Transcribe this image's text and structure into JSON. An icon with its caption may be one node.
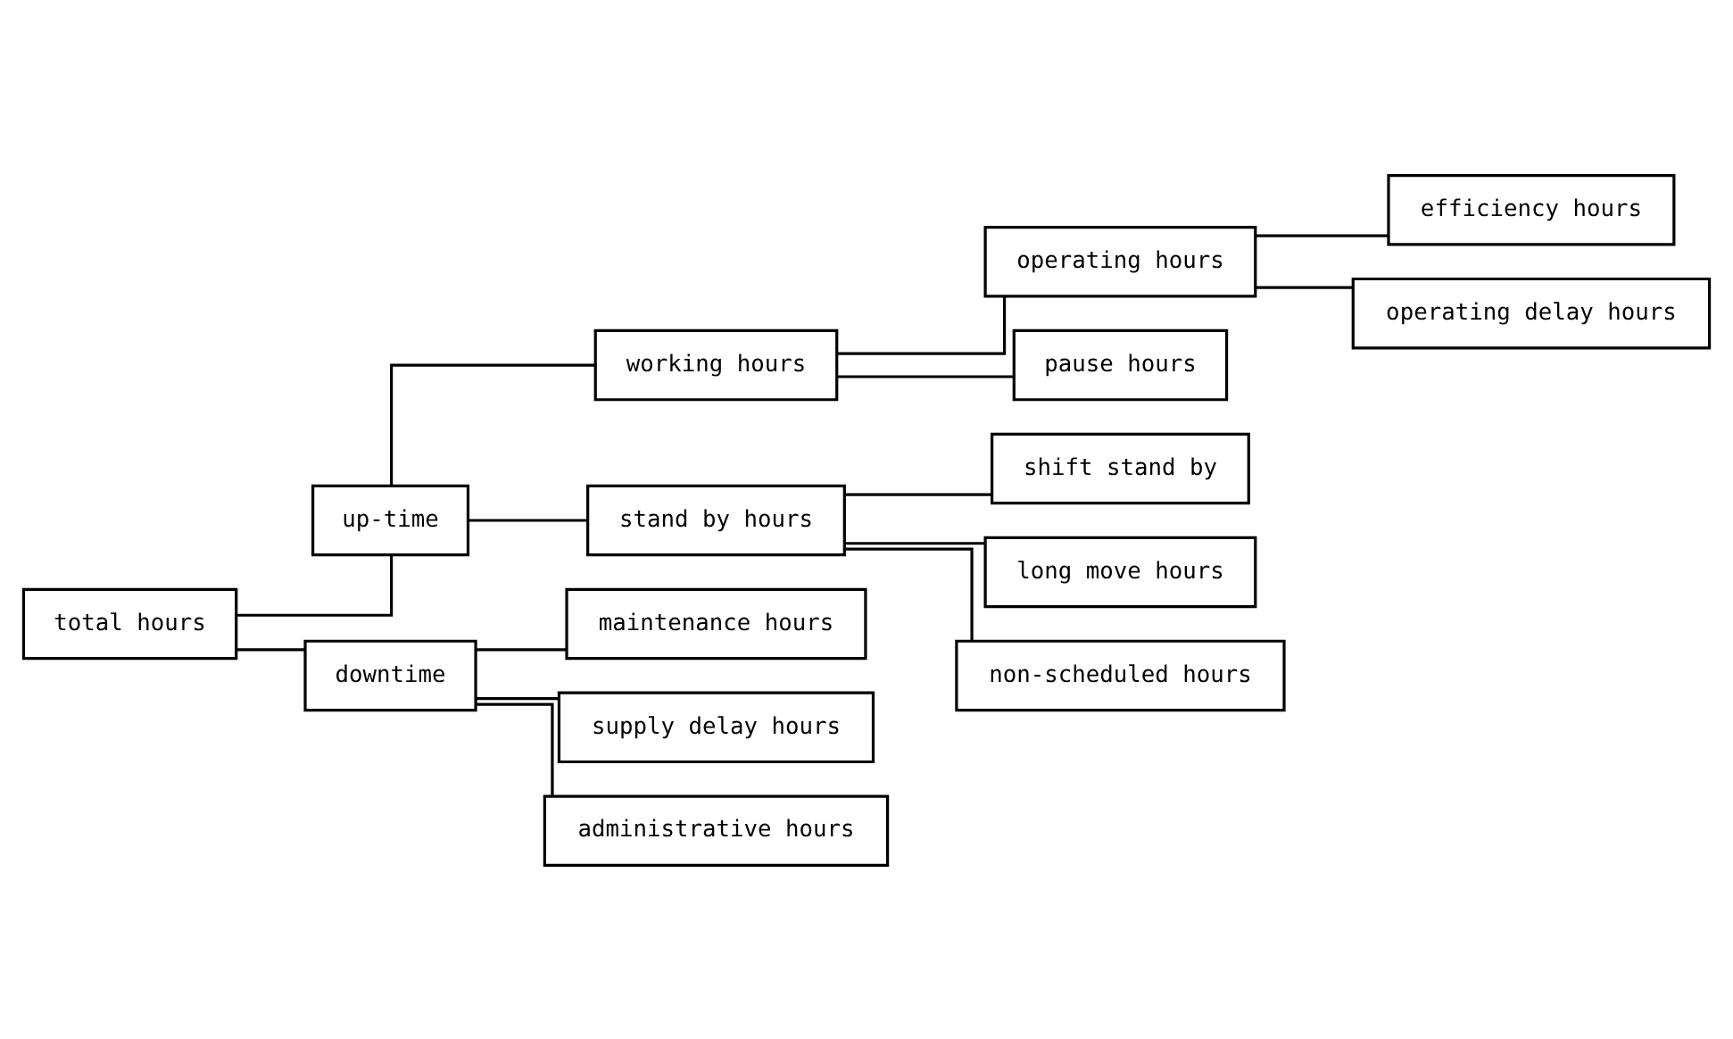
{
  "diagram": {
    "nodes": [
      {
        "text": [
          "total hours"
        ]
      },
      {
        "text": [
          "up-time"
        ]
      },
      {
        "text": [
          "downtime"
        ]
      },
      {
        "text": [
          "working hours"
        ]
      },
      {
        "text": [
          "stand by hours"
        ]
      },
      {
        "text": [
          "operating hours"
        ]
      },
      {
        "text": [
          "pause hours"
        ]
      },
      {
        "text": [
          "efficiency hours"
        ]
      },
      {
        "text": [
          "operating delay hours"
        ]
      },
      {
        "text": [
          "shift stand by"
        ]
      },
      {
        "text": [
          "long move hours"
        ]
      },
      {
        "text": [
          "non-scheduled hours"
        ]
      },
      {
        "text": [
          "maintenance hours"
        ]
      },
      {
        "text": [
          "supply delay hours"
        ]
      },
      {
        "text": [
          "administrative hours"
        ]
      }
    ],
    "edges": [
      {
        "from": 0,
        "to": 1,
        "arrow": "none"
      },
      {
        "from": 0,
        "to": 2,
        "arrow": "none"
      },
      {
        "from": 1,
        "to": 3,
        "arrow": "none"
      },
      {
        "from": 1,
        "to": 4,
        "arrow": "none"
      },
      {
        "from": 3,
        "to": 5,
        "arrow": "none"
      },
      {
        "from": 3,
        "to": 6,
        "arrow": "none"
      },
      {
        "from": 5,
        "to": 7,
        "arrow": "none"
      },
      {
        "from": 5,
        "to": 8,
        "arrow": "none"
      },
      {
        "from": 4,
        "to": 9,
        "arrow": "none"
      },
      {
        "from": 4,
        "to": 10,
        "arrow": "none"
      },
      {
        "from": 4,
        "to": 11,
        "arrow": "none"
      },
      {
        "from": 2,
        "to": 12,
        "arrow": "none"
      },
      {
        "from": 2,
        "to": 13,
        "arrow": "none"
      },
      {
        "from": 2,
        "to": 14,
        "arrow": "none"
      }
    ]
  }
}
